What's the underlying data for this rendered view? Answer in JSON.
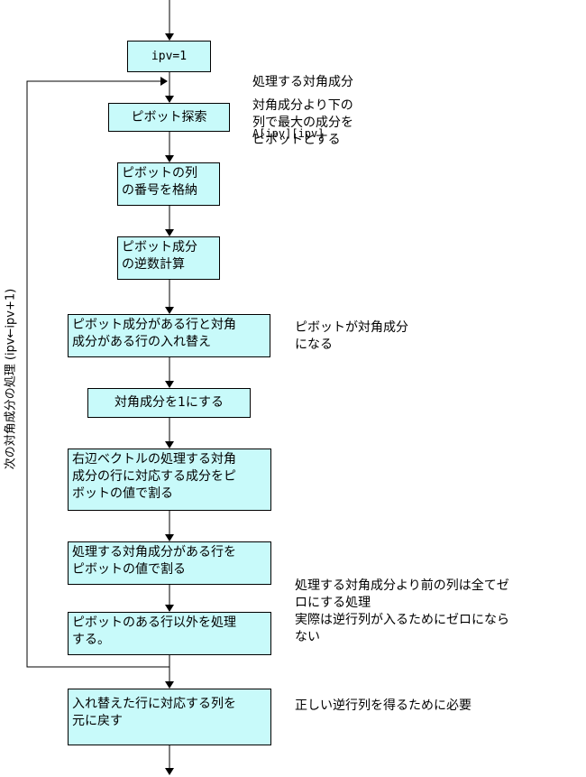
{
  "steps": {
    "init": "ipv=1",
    "search": "ピボット探索",
    "store": "ピボットの列\nの番号を格納",
    "inverse": "ピボット成分\nの逆数計算",
    "swap": "ピボット成分がある行と対角\n成分がある行の入れ替え",
    "set_one": "対角成分を1にする",
    "rhs_divide": "右辺ベクトルの処理する対角\n成分の行に対応する成分をピ\nボットの値で割る",
    "row_divide": "処理する対角成分がある行を\nピボットの値で割る",
    "other_rows": "ピボットのある行以外を処理\nする。",
    "restore": "入れ替えた行に対応する列を\n元に戻す"
  },
  "notes": {
    "init_line1": "処理する対角成分",
    "init_line2": "A[ipv][ipv]",
    "search": "対角成分より下の\n列で最大の成分を\nピボットとする",
    "swap": "ピボットが対角成分\nになる",
    "other_rows": "処理する対角成分より前の列は全てゼ\nロにする処理\n実際は逆行列が入るためにゼロになら\nない",
    "restore": "正しい逆行列を得るために必要"
  },
  "loop_label": "次の対角成分の処理 (ipv←ipv+1)",
  "colors": {
    "box_fill": "#c8fafa",
    "line": "#000000"
  }
}
